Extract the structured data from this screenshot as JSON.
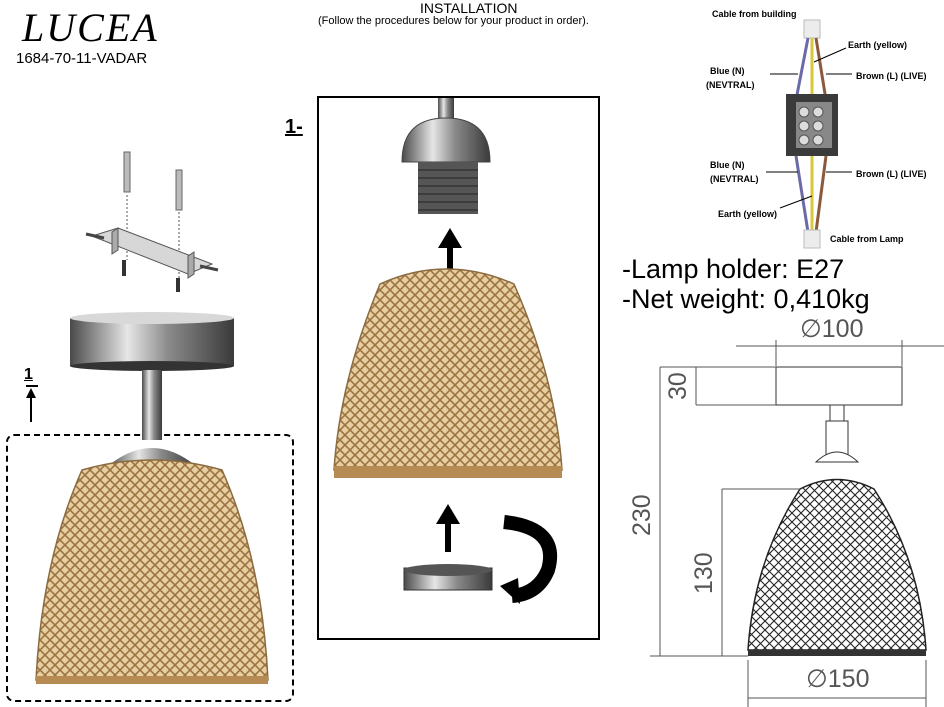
{
  "header": {
    "brand": "LUCEA",
    "product_code": "1684-70-11-VADAR",
    "installation_title": "INSTALLATION",
    "installation_subtitle": "(Follow the procedures below for your product in order)."
  },
  "steps": {
    "step_number": "1-",
    "detail_label": "1"
  },
  "wiring": {
    "cable_from_building": "Cable from building",
    "earth_top": "Earth (yellow)",
    "blue_top_1": "Blue (N)",
    "blue_top_2": "(NEVTRAL)",
    "brown_top": "Brown (L) (LIVE)",
    "blue_bottom_1": "Blue (N)",
    "blue_bottom_2": "(NEVTRAL)",
    "brown_bottom": "Brown (L) (LIVE)",
    "earth_bottom": "Earth (yellow)",
    "cable_from_lamp": "Cable from Lamp"
  },
  "specs": {
    "lamp_holder": "-Lamp holder: E27",
    "net_weight": "-Net weight: 0,410kg"
  },
  "dimensions": {
    "canopy_diameter": "∅100",
    "canopy_height": "30",
    "total_height": "230",
    "shade_height": "130",
    "shade_diameter": "∅150"
  },
  "colors": {
    "rattan": "#c9a06a",
    "rattan_dark": "#8a6a3e",
    "chrome": "#9a9a9a",
    "wire_blue": "#6a6aa8",
    "wire_brown": "#8b5a3c",
    "wire_yellow": "#d8c93a"
  }
}
